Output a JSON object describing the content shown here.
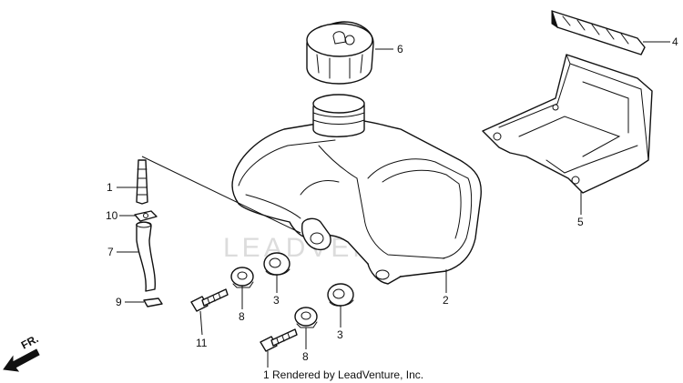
{
  "diagram": {
    "callouts": {
      "c1": "1",
      "c2": "2",
      "c3a": "3",
      "c3b": "3",
      "c4": "4",
      "c5": "5",
      "c6": "6",
      "c7": "7",
      "c8a": "8",
      "c8b": "8",
      "c9": "9",
      "c10": "10",
      "c11a": "11",
      "c11b": "1"
    },
    "direction_label": "FR.",
    "watermark": "LEADVENTURE",
    "footer_text": "Rendered by LeadVenture, Inc.",
    "colors": {
      "ink": "#111111",
      "background": "#ffffff",
      "watermark": "#dcdcdc"
    }
  }
}
